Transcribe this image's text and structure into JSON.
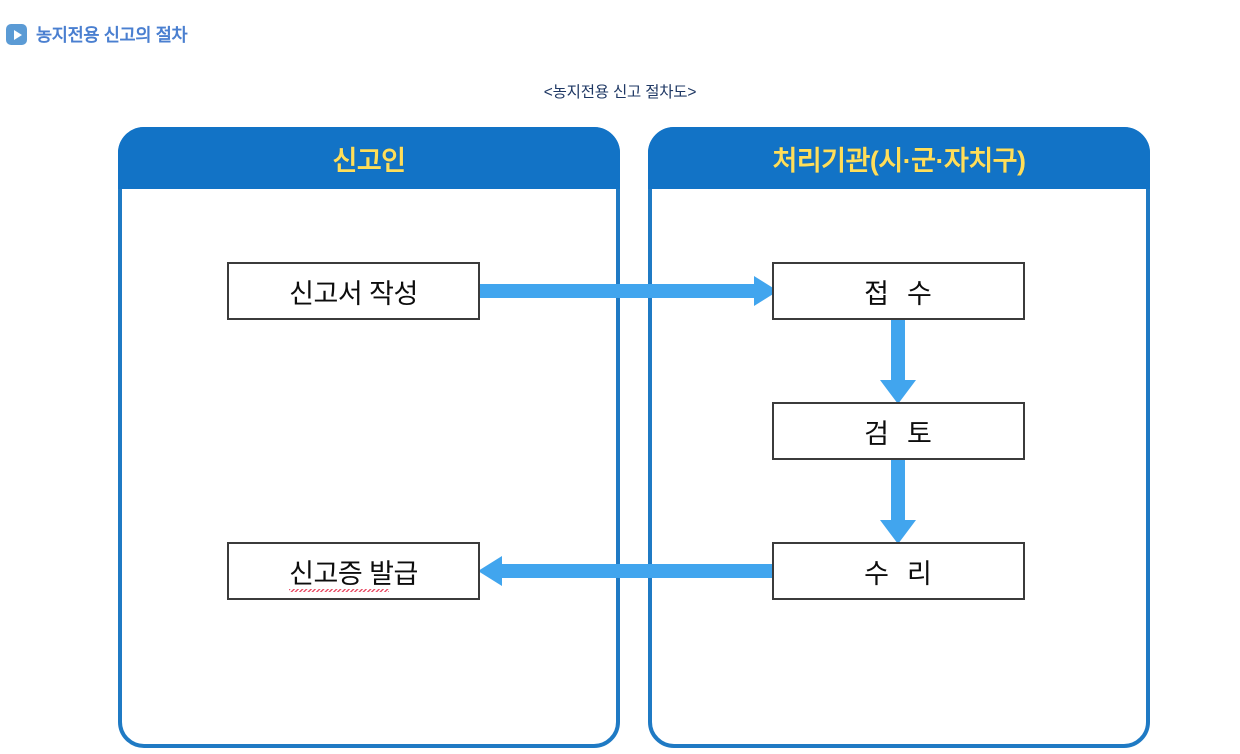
{
  "heading": {
    "icon": "play-badge-icon",
    "text": "농지전용 신고의 절차",
    "color": "#4a7fd0"
  },
  "figure": {
    "caption": "<농지전용 신고 절차도>",
    "caption_color": "#1f3864"
  },
  "colors": {
    "lane_header_bg": "#1273c6",
    "lane_border": "#1f7ac4",
    "lane_header_text": "#ffde59",
    "arrow_blue": "#41a5ee",
    "box_border": "#3b3b3b",
    "box_text": "#0d0d0d",
    "spellcheck_underline": "#e8536b"
  },
  "lanes": [
    {
      "id": "applicant",
      "title": "신고인",
      "steps": [
        {
          "id": "write",
          "label": "신고서 작성",
          "misspelled": false
        },
        {
          "id": "issue",
          "label": "신고증 발급",
          "misspelled": true
        }
      ]
    },
    {
      "id": "agency",
      "title": "처리기관(시·군·자치구)",
      "steps": [
        {
          "id": "receive",
          "label": "접  수",
          "misspelled": false
        },
        {
          "id": "review",
          "label": "검  토",
          "misspelled": false
        },
        {
          "id": "accept",
          "label": "수  리",
          "misspelled": false
        }
      ]
    }
  ],
  "arrows": [
    {
      "id": "write-to-receive",
      "from": "신고서 작성",
      "to": "접  수",
      "direction": "right"
    },
    {
      "id": "receive-to-review",
      "from": "접  수",
      "to": "검  토",
      "direction": "down"
    },
    {
      "id": "review-to-accept",
      "from": "검  토",
      "to": "수  리",
      "direction": "down"
    },
    {
      "id": "accept-to-issue",
      "from": "수  리",
      "to": "신고증 발급",
      "direction": "left"
    }
  ]
}
